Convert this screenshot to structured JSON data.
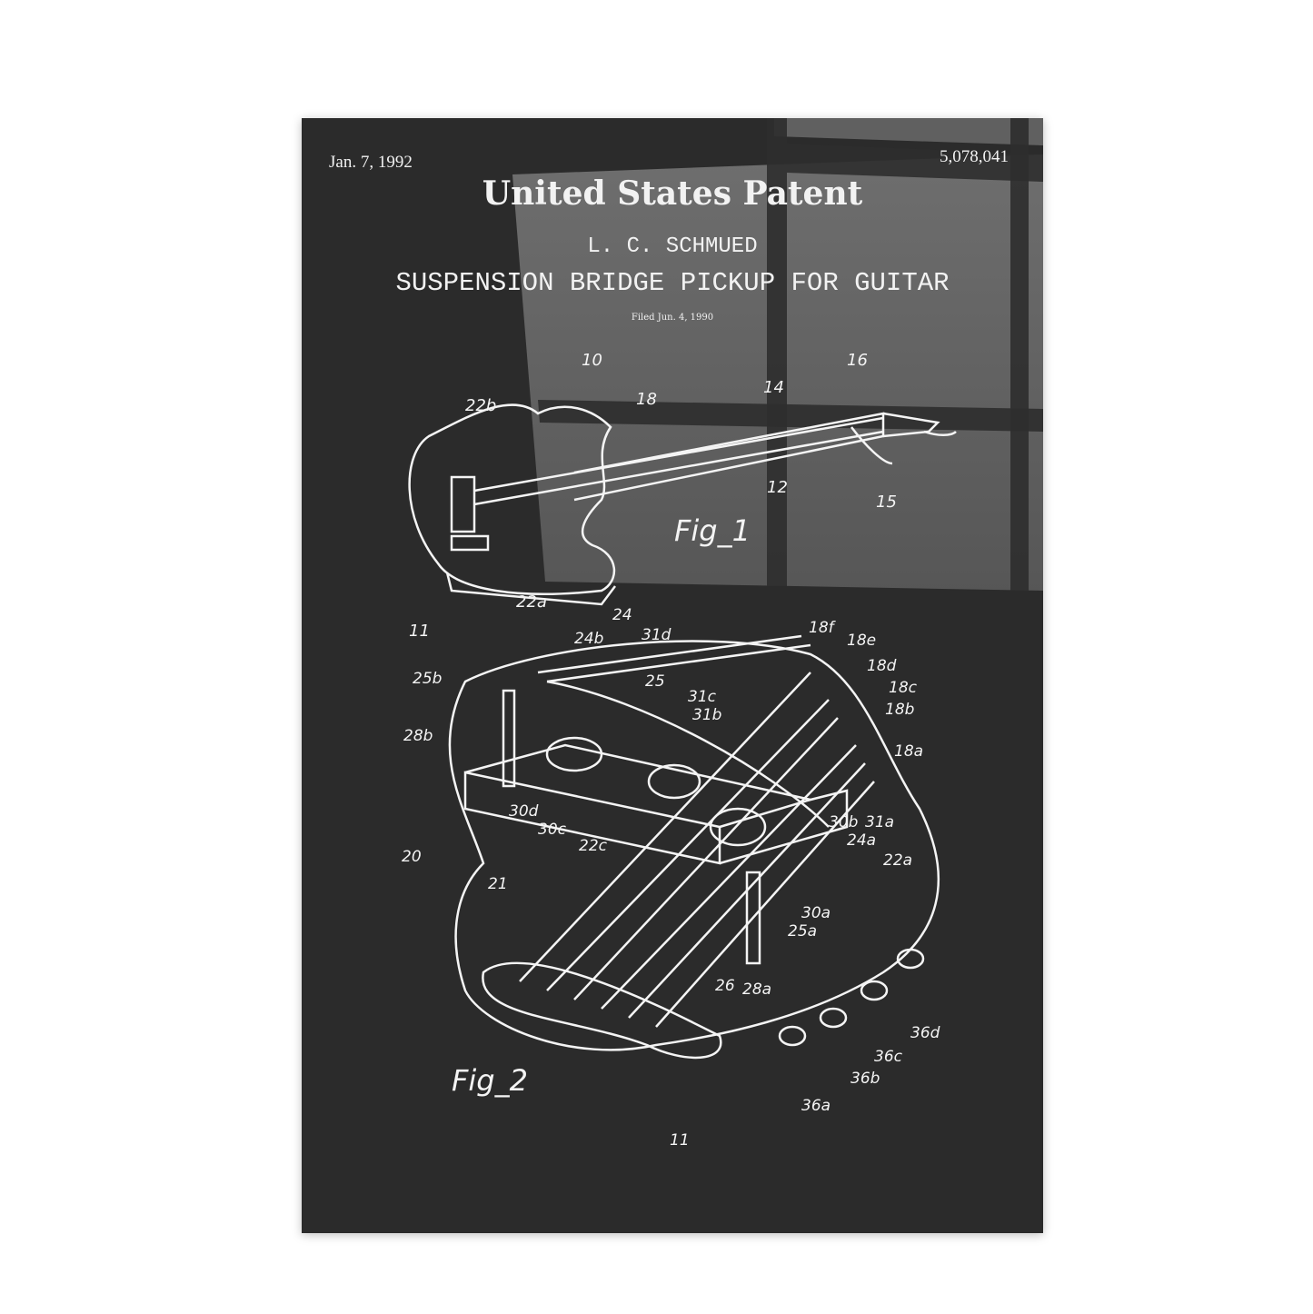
{
  "patent": {
    "date": "Jan. 7, 1992",
    "number": "5,078,041",
    "title": "United States Patent",
    "inventor": "L. C. SCHMUED",
    "subject": "SUSPENSION BRIDGE PICKUP FOR GUITAR",
    "filed": "Filed Jun. 4, 1990"
  },
  "figures": {
    "fig1": {
      "label": "Fig_1",
      "refs": [
        "10",
        "22b",
        "18",
        "14",
        "16",
        "12",
        "15",
        "22a",
        "11"
      ]
    },
    "fig2": {
      "label": "Fig_2",
      "refs": [
        "24",
        "24b",
        "31d",
        "18f",
        "18e",
        "18d",
        "18c",
        "18b",
        "18a",
        "25b",
        "25",
        "31c",
        "31b",
        "28b",
        "30d",
        "30c",
        "22c",
        "30b",
        "31a",
        "24a",
        "22a",
        "20",
        "21",
        "30a",
        "25a",
        "26",
        "28a",
        "36d",
        "36c",
        "36b",
        "36a",
        "11"
      ]
    }
  },
  "colors": {
    "board": "#2b2b2b",
    "chalk": "#f4f4f4",
    "light": "#6a6a6a"
  }
}
